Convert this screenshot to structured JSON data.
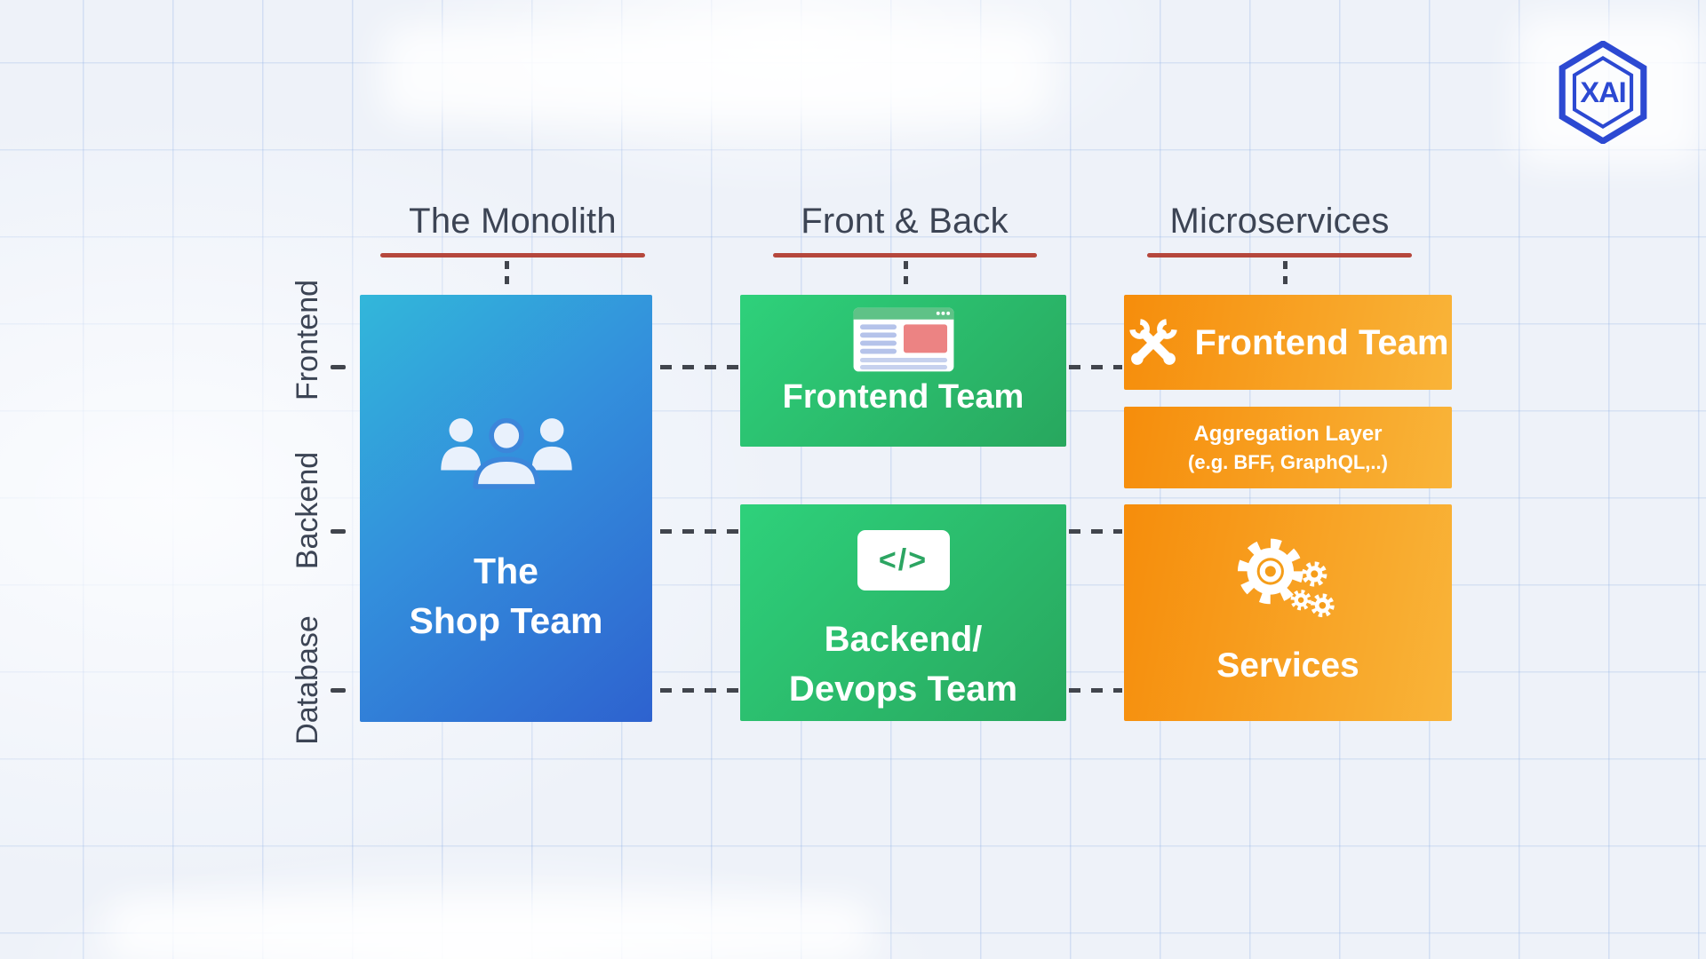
{
  "logo": {
    "text": "XAI",
    "color": "#2c49d2"
  },
  "columns": [
    {
      "header": "The Monolith"
    },
    {
      "header": "Front & Back"
    },
    {
      "header": "Microservices"
    }
  ],
  "row_labels": [
    {
      "label": "Frontend"
    },
    {
      "label": "Backend"
    },
    {
      "label": "Database"
    }
  ],
  "boxes": {
    "monolith": {
      "line1": "The",
      "line2": "Shop Team",
      "icon": "team-icon"
    },
    "green_frontend": {
      "title": "Frontend Team",
      "icon": "browser-icon"
    },
    "green_backend": {
      "line1": "Backend/",
      "line2": "Devops Team",
      "icon": "code-icon",
      "code_glyph": "</>"
    },
    "orange_frontend": {
      "title": "Frontend Team",
      "icon": "wrench-icon"
    },
    "aggregation": {
      "line1": "Aggregation Layer",
      "line2": "(e.g. BFF, GraphQL,..)"
    },
    "services": {
      "title": "Services",
      "icon": "gears-icon"
    }
  },
  "colors": {
    "background": "#eef2f9",
    "grid_line": "#cddcf2",
    "header_text": "#3c4454",
    "underline_red": "#b5473c",
    "connector_gray": "#41454d",
    "monolith_gradient": [
      "#32b7da",
      "#2e62cf"
    ],
    "green_gradient": [
      "#2ed17b",
      "#28a75e"
    ],
    "orange_gradient": [
      "#f68d0b",
      "#f9b439"
    ],
    "logo_blue": "#2c49d2"
  }
}
